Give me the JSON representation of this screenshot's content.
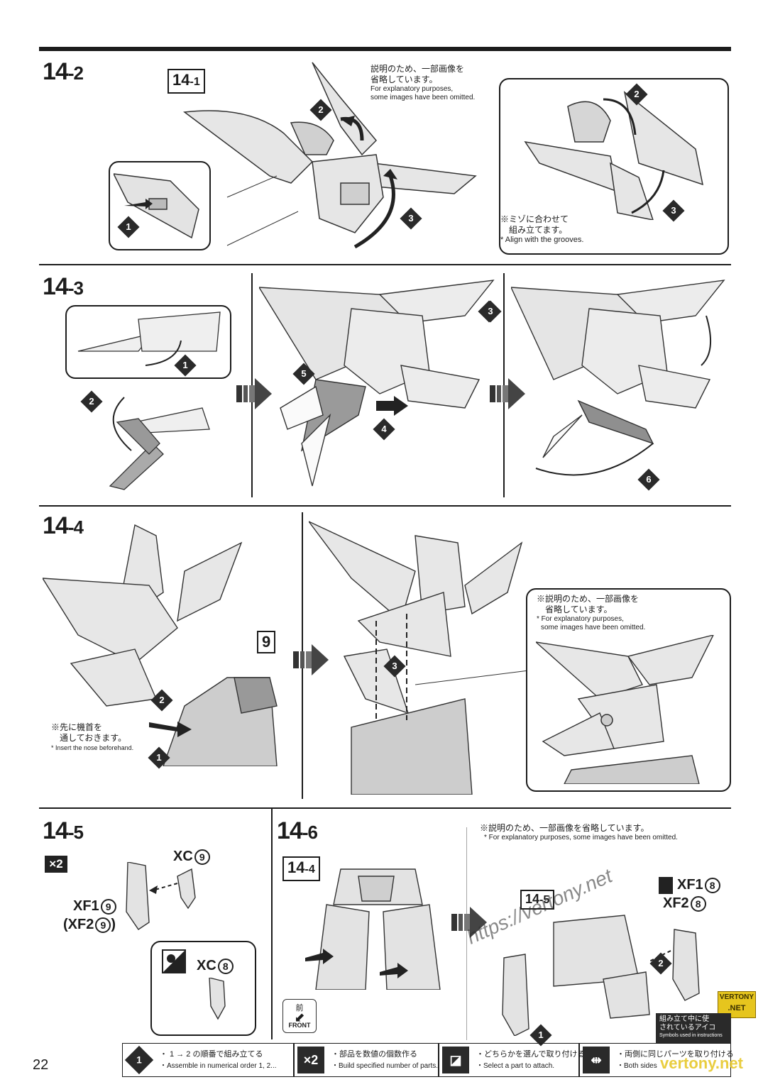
{
  "page_number": "22",
  "steps": {
    "s14_2": {
      "main": "14",
      "sub": "-2"
    },
    "s14_3": {
      "main": "14",
      "sub": "-3"
    },
    "s14_4": {
      "main": "14",
      "sub": "-4"
    },
    "s14_5": {
      "main": "14",
      "sub": "-5"
    },
    "s14_6": {
      "main": "14",
      "sub": "-6"
    }
  },
  "refs": {
    "r14_1": {
      "main": "14",
      "sub": "-1"
    },
    "r14_4": {
      "main": "14",
      "sub": "-4"
    },
    "r14_5": {
      "main": "14",
      "sub": "-5"
    },
    "r9": "9"
  },
  "notes": {
    "omitted_jp_1": "説明のため、一部画像を",
    "omitted_jp_2": "省略しています。",
    "omitted_en_1": "For explanatory purposes,",
    "omitted_en_2": "some images have been omitted.",
    "grooves_jp_1": "※ミゾに合わせて",
    "grooves_jp_2": "組み立てます。",
    "grooves_en": "* Align with the grooves.",
    "omitted2_jp_1": "※説明のため、一部画像を",
    "omitted2_jp_2": "省略しています。",
    "omitted2_en_1": "* For explanatory purposes,",
    "omitted2_en_2": "some images have been omitted.",
    "nose_jp_1": "※先に機首を",
    "nose_jp_2": "通しておきます。",
    "nose_en": "* Insert the nose beforehand.",
    "omitted3_jp": "※説明のため、一部画像を省略しています。",
    "omitted3_en": "* For explanatory purposes, some images have been omitted."
  },
  "order_numbers": {
    "n1": "1",
    "n2": "2",
    "n3": "3",
    "n4": "4",
    "n5": "5",
    "n6": "6"
  },
  "parts": {
    "x2": "×2",
    "xc9": "XC",
    "xc9_num": "9",
    "xf1_9": "XF1",
    "xf1_9_num": "9",
    "xf2_9_open": "(XF2",
    "xf2_9_num": "9",
    "xf2_9_close": ")",
    "xc8": "XC",
    "xc8_num": "8",
    "xf1_8": "XF1",
    "xf1_8_num": "8",
    "xf2_8": "XF2",
    "xf2_8_num": "8"
  },
  "front": {
    "jp": "前",
    "en": "FRONT"
  },
  "watermark": {
    "url": "https://vertony.net",
    "badge_line1": "VERTONY",
    "badge_line2": ".NET",
    "corner": "vertony.net"
  },
  "symbols_box": {
    "jp_1": "組み立て中に使",
    "jp_2": "されているアイコ",
    "en": "Symbols used in instructions"
  },
  "legend": [
    {
      "icon": "1",
      "jp": "・ 1 → 2 の順番で組み立てる",
      "en": "・Assemble in numerical order 1, 2..."
    },
    {
      "icon": "×2",
      "jp": "・部品を数値の個数作る",
      "en": "・Build specified number of parts."
    },
    {
      "icon": "◪",
      "jp": "・どちらかを選んで取り付ける",
      "en": "・Select a part to attach."
    },
    {
      "icon": "⇹",
      "jp": "・両側に同じパーツを取り付ける",
      "en": "・Both sides"
    }
  ]
}
